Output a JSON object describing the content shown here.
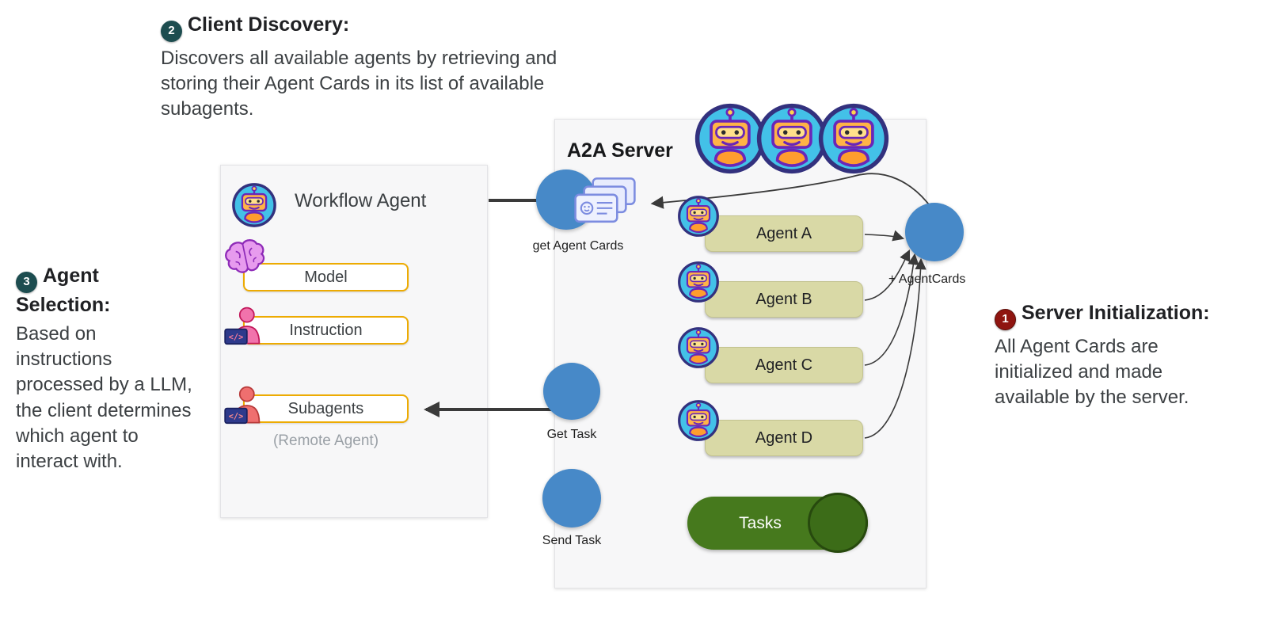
{
  "annotations": {
    "client_discovery": {
      "badge": "2",
      "title": "Client Discovery:",
      "body": "Discovers all available agents by retrieving and storing their Agent Cards in its list of available subagents."
    },
    "agent_selection": {
      "badge": "3",
      "title": "Agent Selection:",
      "body": "Based on instructions processed by a LLM, the client determines which agent to interact with."
    },
    "server_initialization": {
      "badge": "1",
      "title": "Server Initialization:",
      "body": "All Agent Cards are initialized and made available by the server."
    }
  },
  "workflow_agent": {
    "title": "Workflow Agent",
    "model_label": "Model",
    "instruction_label": "Instruction",
    "subagents_label": "Subagents",
    "note": "(Remote Agent)"
  },
  "a2a_server": {
    "title": "A2A Server",
    "agents": [
      {
        "label": "Agent A"
      },
      {
        "label": "Agent B"
      },
      {
        "label": "Agent C"
      },
      {
        "label": "Agent D"
      }
    ],
    "get_agent_cards_label": "get Agent Cards",
    "add_agent_cards_label": "+ AgentCards",
    "get_task_label": "Get Task",
    "send_task_label": "Send Task",
    "tasks_label": "Tasks"
  },
  "colors": {
    "badge_teal": "#1d4d50",
    "badge_red": "#8f1510",
    "node_blue": "#4789c8",
    "tasks_green": "#46791d",
    "tasks_circle_green": "#3c6c18",
    "agent_pill": "#d9d9a6",
    "item_border": "#edab02",
    "panel_bg": "#f7f7f8",
    "arrow": "#3a3a3a"
  }
}
